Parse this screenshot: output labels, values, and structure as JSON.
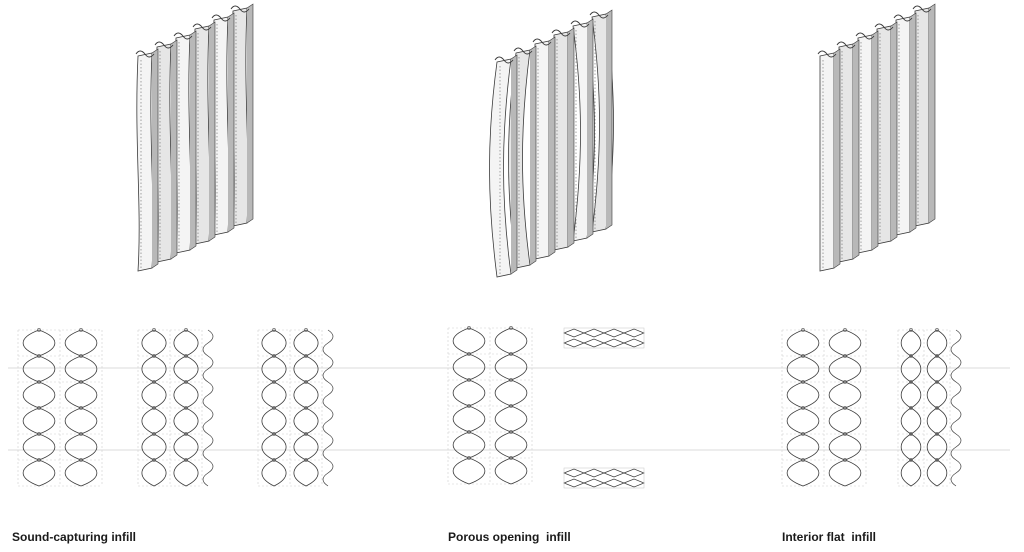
{
  "captions": [
    "Sound-capturing infill",
    "Porous opening  infill",
    "Interior flat  infill"
  ],
  "colors": {
    "line": "#3a3a3a",
    "dotted": "#6a6a6a",
    "light": "#cfcfcf",
    "fold_face": "#e6e6e6",
    "fold_shadow": "#b8b8b8",
    "node": "#555555"
  },
  "variants": [
    {
      "name": "sound-capturing",
      "fold": "twist",
      "patterns": 3
    },
    {
      "name": "porous-opening",
      "fold": "open",
      "patterns": 1
    },
    {
      "name": "interior-flat",
      "fold": "flat",
      "patterns": 2
    }
  ]
}
